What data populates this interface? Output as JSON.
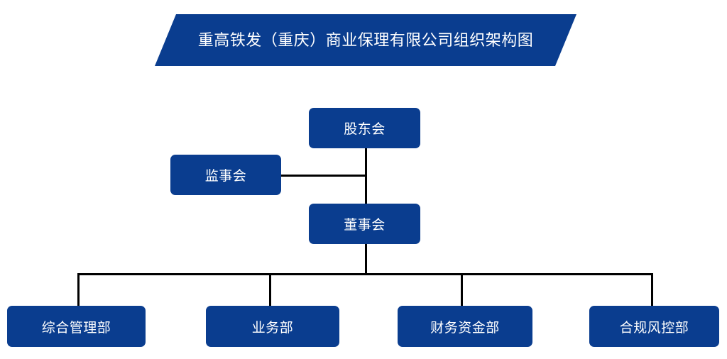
{
  "banner": {
    "title": "重高铁发（重庆）商业保理有限公司组织架构图",
    "color": "#0a3d8f",
    "text_color": "#ffffff"
  },
  "theme": {
    "node_fill": "#0a3d8f",
    "node_text": "#ffffff",
    "connector": "#000000",
    "background": "#ffffff"
  },
  "chart_data": {
    "type": "diagram",
    "title": "重高铁发（重庆）商业保理有限公司组织架构图",
    "nodes": [
      {
        "id": "shareholders",
        "label": "股东会",
        "level": 1
      },
      {
        "id": "supervisors",
        "label": "监事会",
        "level": 2
      },
      {
        "id": "directors",
        "label": "董事会",
        "level": 2
      },
      {
        "id": "dept1",
        "label": "综合管理部",
        "level": 3
      },
      {
        "id": "dept2",
        "label": "业务部",
        "level": 3
      },
      {
        "id": "dept3",
        "label": "财务资金部",
        "level": 3
      },
      {
        "id": "dept4",
        "label": "合规风控部",
        "level": 3
      }
    ],
    "edges": [
      {
        "from": "shareholders",
        "to": "directors"
      },
      {
        "from": "supervisors",
        "to": "shareholders"
      },
      {
        "from": "directors",
        "to": "dept1"
      },
      {
        "from": "directors",
        "to": "dept2"
      },
      {
        "from": "directors",
        "to": "dept3"
      },
      {
        "from": "directors",
        "to": "dept4"
      }
    ]
  },
  "nodes": {
    "shareholders": {
      "label": "股东会"
    },
    "supervisors": {
      "label": "监事会"
    },
    "directors": {
      "label": "董事会"
    },
    "dept1": {
      "label": "综合管理部"
    },
    "dept2": {
      "label": "业务部"
    },
    "dept3": {
      "label": "财务资金部"
    },
    "dept4": {
      "label": "合规风控部"
    }
  }
}
